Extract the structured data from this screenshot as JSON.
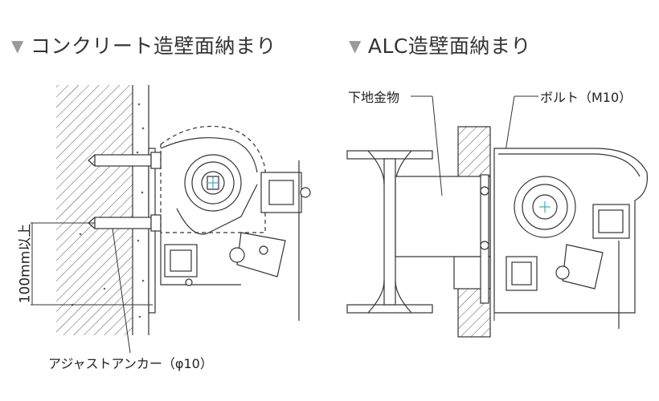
{
  "titles": {
    "marker": "▼",
    "concrete": "コンクリート造壁面納まり",
    "alc": "ALC造壁面納まり"
  },
  "labels": {
    "anchor": "アジャストアンカー（φ10）",
    "height": "100mm以上",
    "bracket": "下地金物",
    "bolt": "ボルト（M10）"
  }
}
